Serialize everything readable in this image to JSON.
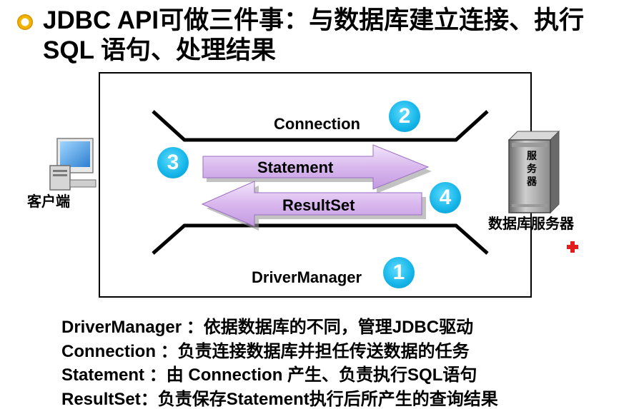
{
  "title": "JDBC API可做三件事：与数据库建立连接、执行SQL 语句、处理结果",
  "diagram": {
    "client_label": "客户端",
    "server_label": "数据库服务器",
    "server_badge": [
      "服",
      "务",
      "器"
    ],
    "connection_label": "Connection",
    "statement_label": "Statement",
    "resultset_label": "ResultSet",
    "drivermanager_label": "DriverManager",
    "steps": {
      "drivermanager": "1",
      "connection": "2",
      "statement": "3",
      "resultset": "4"
    },
    "colors": {
      "step_badge": "#13b4e8",
      "arrow_fill": "#d9b8ee",
      "arrow_stroke": "#9b6fc4",
      "marker": "#e21b1b"
    }
  },
  "descriptions": [
    "DriverManager ：依据数据库的不同，管理JDBC驱动",
    "Connection ：负责连接数据库并担任传送数据的任务",
    "Statement ：由 Connection 产生、负责执行SQL语句",
    "ResultSet：负责保存Statement执行后所产生的查询结果"
  ]
}
